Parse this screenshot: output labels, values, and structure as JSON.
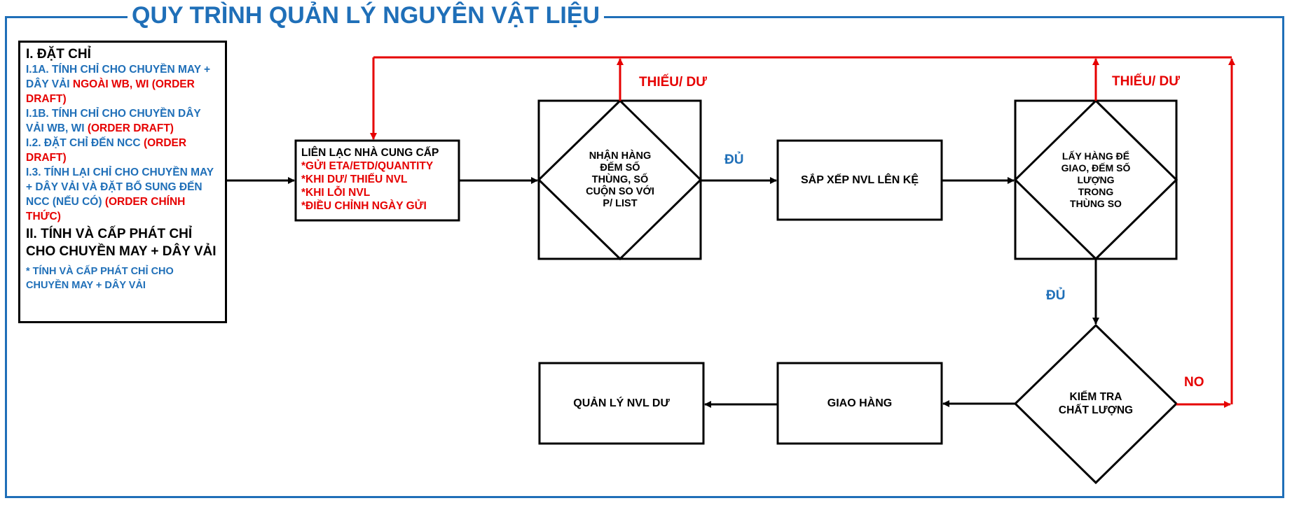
{
  "title": "QUY TRÌNH QUẢN LÝ NGUYÊN VẬT LIỆU",
  "legend": {
    "heading1": "I. ĐẶT CHỈ",
    "item_1_1a_blue": "I.1A. TÍNH CHỈ CHO CHUYỀN MAY + DÂY VẢI ",
    "item_1_1a_red": "NGOÀI WB, WI (ORDER DRAFT)",
    "item_1_1b_blue": "I.1B. TÍNH CHỈ CHO CHUYỀN DÂY VẢI WB, WI ",
    "item_1_1b_red": "(ORDER DRAFT)",
    "item_1_2_blue": "I.2. ĐẶT CHỈ ĐẾN NCC ",
    "item_1_2_red": "(ORDER DRAFT)",
    "item_1_3_blue": "I.3. TÍNH LẠI CHỈ CHO CHUYỀN MAY + DÂY VẢI  VÀ ĐẶT BỔ SUNG ĐẾN NCC (NẾU CÓ) ",
    "item_1_3_red": "(ORDER CHÍNH THỨC)",
    "heading2": "II. TÍNH VÀ CẤP PHÁT CHỈ CHO CHUYỀN MAY + DÂY VẢI",
    "item_2": "*   TÍNH VÀ CẤP PHÁT CHỈ CHO CHUYỀN MAY + DÂY VẢI"
  },
  "nodes": {
    "contact_title": "LIÊN LẠC NHÀ CUNG CẤP",
    "contact_1": "*GỬI ETA/ETD/QUANTITY",
    "contact_2": "*KHI DƯ/ THIẾU NVL",
    "contact_3": "*KHI LỖI NVL",
    "contact_4": "*ĐIỀU CHỈNH NGÀY GỬI",
    "receive": "NHẬN HÀNG ĐẾM SỐ THÙNG, SỐ CUỘN SO VỚI P/ LIST",
    "arrange": "SẮP XẾP NVL LÊN KỆ",
    "pick": "LẤY HÀNG ĐỂ GIAO, ĐẾM SỐ LƯỢNG TRONG THÙNG SO",
    "quality": "KIỂM TRA CHẤT LƯỢNG",
    "deliver": "GIAO HÀNG",
    "surplus": "QUẢN LÝ NVL DƯ"
  },
  "labels": {
    "shortage_1": "THIẾU/ DƯ",
    "shortage_2": "THIẾU/ DƯ",
    "enough_1": "ĐỦ",
    "enough_2": "ĐỦ",
    "no": "NO"
  },
  "colors": {
    "blue": "#1f6fb8",
    "red": "#e60000",
    "black": "#000000"
  }
}
